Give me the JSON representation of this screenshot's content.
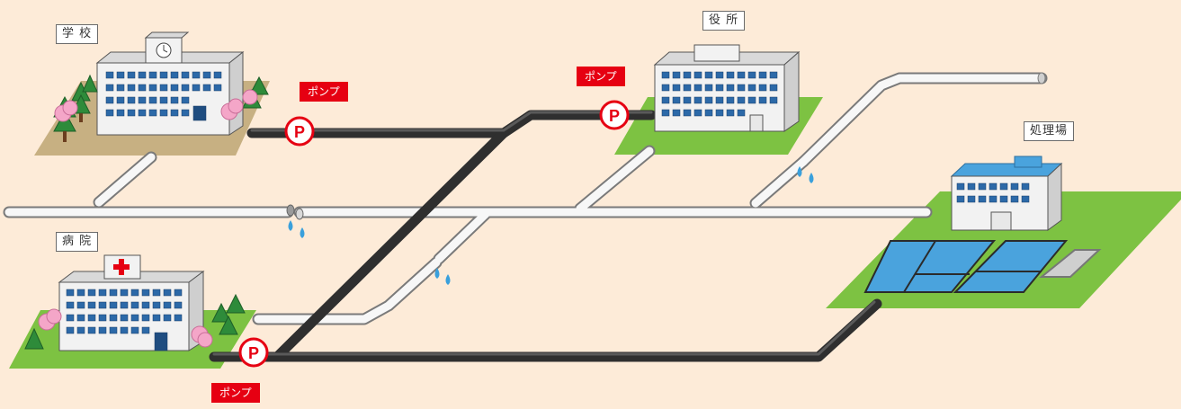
{
  "labels": {
    "school": "学 校",
    "office": "役 所",
    "hospital": "病 院",
    "treatment_plant": "処理場"
  },
  "pump": {
    "tag_text": "ポンプ",
    "symbol": "P"
  },
  "colors": {
    "background": "#fdebd8",
    "pump_red": "#e60012",
    "pressure_pipe": "#333333",
    "gravity_pipe": "#f4f4f4",
    "grass": "#7dc242",
    "ground": "#c7b082",
    "water_drop": "#3aa0dc",
    "building": "#f2f2f2",
    "tank_water": "#4aa3dd"
  }
}
